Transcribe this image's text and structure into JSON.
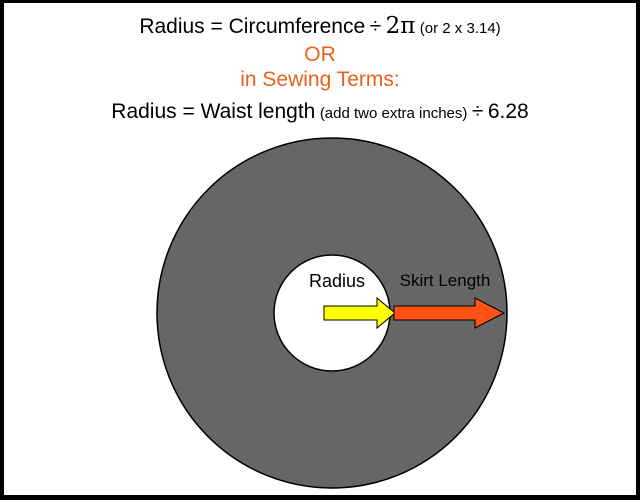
{
  "formula": {
    "line1": {
      "lead": "Radius = Circumference",
      "divide": "÷",
      "two_pi": "2π",
      "note": "(or 2 x 3.14)"
    },
    "or_label": "OR",
    "sewing_terms_label": "in Sewing Terms:",
    "line4": {
      "lead": "Radius =  Waist length",
      "note": "(add two extra inches)",
      "divide": "÷",
      "value": "6.28"
    }
  },
  "diagram": {
    "radius_label": "Radius",
    "skirt_length_label": "Skirt Length"
  },
  "colors": {
    "skirt": "#666666",
    "radius_arrow": "#ffff00",
    "skirt_arrow": "#ff5214",
    "accent_text": "#e8621c"
  }
}
